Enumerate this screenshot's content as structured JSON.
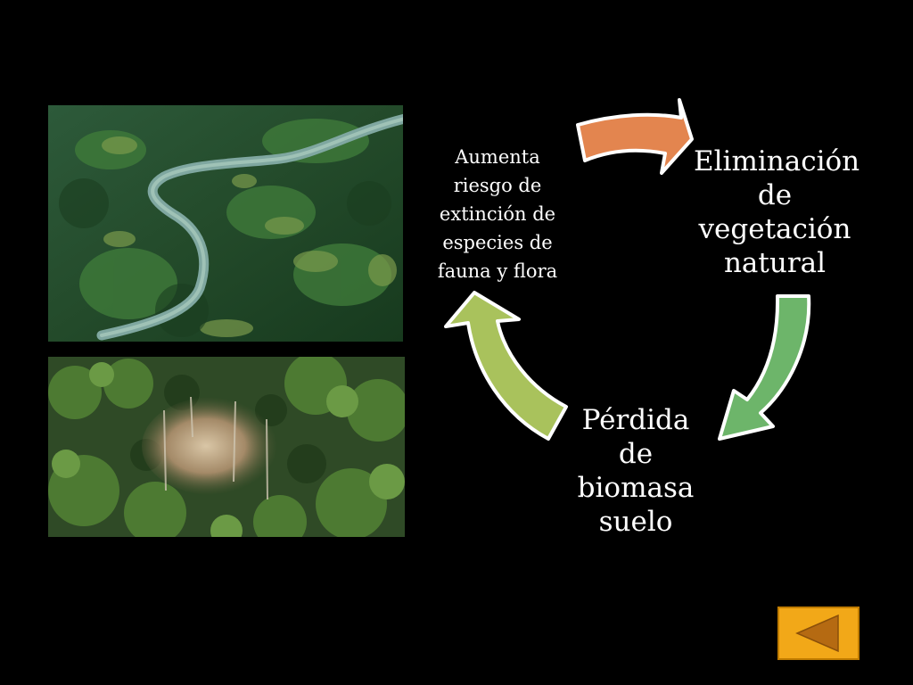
{
  "diagram": {
    "nodes": [
      {
        "id": "eliminacion",
        "label": "Eliminación\nde\nvegetación\nnatural"
      },
      {
        "id": "perdida",
        "label": "Pérdida de\nbiomasa\nsuelo"
      },
      {
        "id": "riesgo",
        "label": "Aumenta\nriesgo de\nextinción de\nespecies de\nfauna y flora"
      }
    ],
    "edges": [
      {
        "from": "riesgo",
        "to": "eliminacion",
        "color": "#e3854f"
      },
      {
        "from": "eliminacion",
        "to": "perdida",
        "color": "#6db56a"
      },
      {
        "from": "perdida",
        "to": "riesgo",
        "color": "#a9c25c"
      }
    ]
  },
  "colors": {
    "background": "#000000",
    "node_text": "#ffffff",
    "arrow_border": "#ffffff",
    "button_fill": "#f2a818"
  },
  "images": [
    {
      "name": "aerial-river-forest-photo"
    },
    {
      "name": "deforested-clearing-photo"
    }
  ],
  "navigation": {
    "back_icon": "triangle-left-icon"
  }
}
